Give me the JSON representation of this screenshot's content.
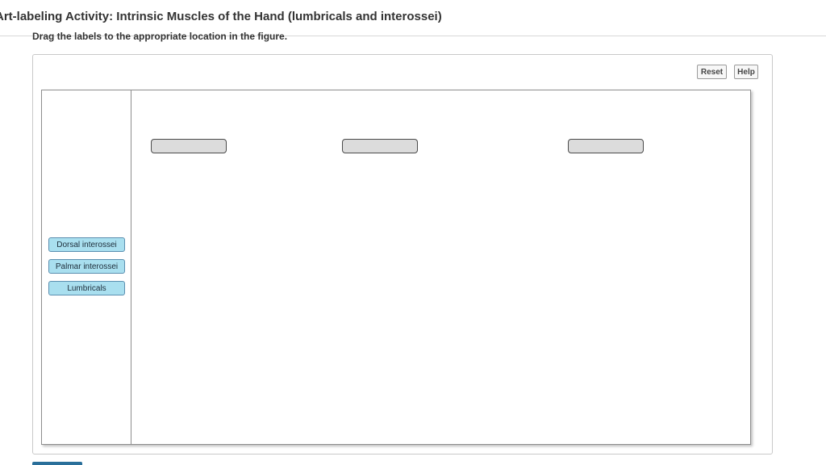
{
  "header": {
    "title": "Art-labeling Activity: Intrinsic Muscles of the Hand (lumbricals and interossei)",
    "instructions": "Drag the labels to the appropriate location in the figure."
  },
  "toolbar": {
    "reset_label": "Reset",
    "help_label": "Help"
  },
  "label_bank": {
    "labels": [
      "Dorsal interossei",
      "Palmar interossei",
      "Lumbricals"
    ]
  },
  "figure": {
    "drop_targets": [
      "",
      "",
      ""
    ],
    "colors": {
      "skin": "#f3c58c",
      "bone": "#f0d39a",
      "muscle": "#d9453a",
      "tendon": "#c9d7e0",
      "leader_line": "#3a3a3a"
    }
  }
}
